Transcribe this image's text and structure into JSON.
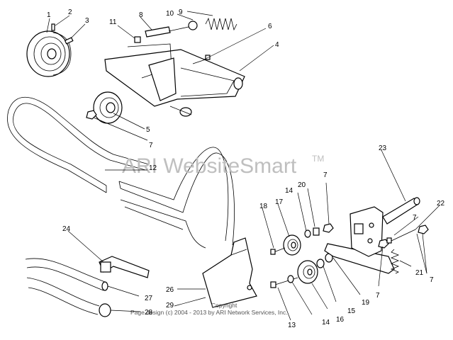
{
  "watermark": {
    "text": "ARI WebsiteSmart",
    "tm": "TM"
  },
  "copyright": {
    "line1": "Copyright",
    "line2": "Page design (c) 2004 - 2013 by ARI Network Services, Inc."
  },
  "callouts": {
    "c1": "1",
    "c2": "2",
    "c3": "3",
    "c4": "4",
    "c5": "5",
    "c6": "6",
    "c7a": "7",
    "c7b": "7",
    "c7c": "7",
    "c7d": "7",
    "c7e": "7",
    "c8": "8",
    "c9": "9",
    "c10": "10",
    "c11": "11",
    "c12": "12",
    "c13": "13",
    "c14a": "14",
    "c14b": "14",
    "c15": "15",
    "c16": "16",
    "c17": "17",
    "c18": "18",
    "c19": "19",
    "c20": "20",
    "c21": "21",
    "c22": "22",
    "c23": "23",
    "c24": "24",
    "c26": "26",
    "c27": "27",
    "c28": "28",
    "c29": "29"
  }
}
